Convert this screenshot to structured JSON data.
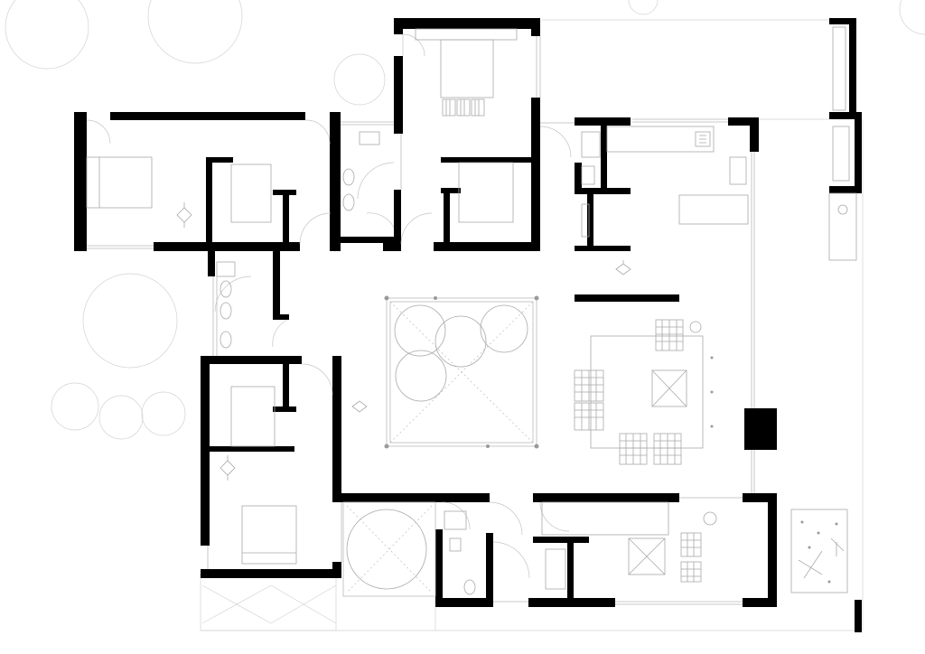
{
  "plan": {
    "kind": "floor-plan",
    "palette": {
      "wall": "#000000",
      "line": "#b9b9b9",
      "background": "#ffffff"
    },
    "rooms": [
      "bedroom-west",
      "bedroom-north",
      "bedroom-southwest",
      "bathroom-north",
      "bathroom-west",
      "bathroom-south",
      "kitchen",
      "living-area",
      "courtyard",
      "patio-southwest",
      "studio-south",
      "terrace-east"
    ],
    "labels": []
  }
}
